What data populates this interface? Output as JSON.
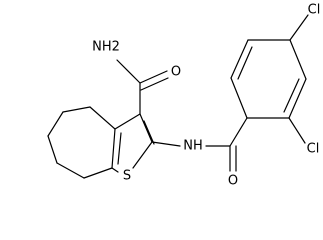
{
  "molecule": {
    "atoms": {
      "amide_nh2": "NH2",
      "amide_o": "O",
      "sulfur": "S",
      "nh_linker": "NH",
      "benzamide_o": "O",
      "cl_top": "Cl",
      "cl_ortho": "Cl"
    }
  }
}
